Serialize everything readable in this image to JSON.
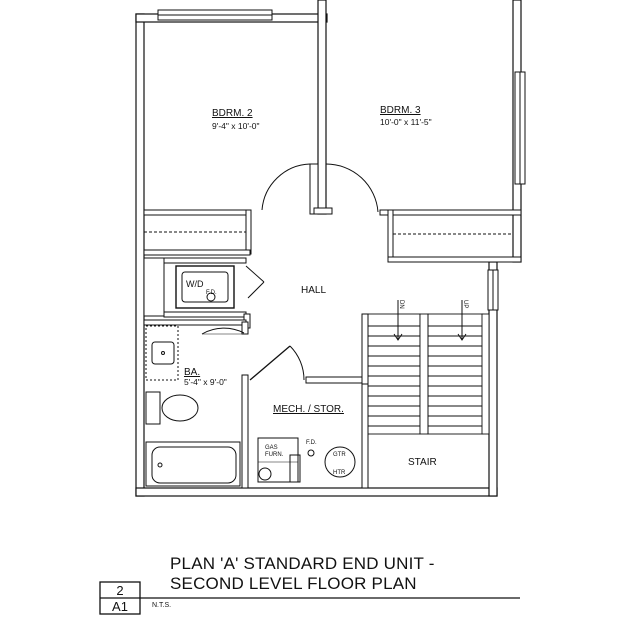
{
  "rooms": {
    "bdrm2": {
      "name": "BDRM. 2",
      "size": "9'-4\" x 10'-0\""
    },
    "bdrm3": {
      "name": "BDRM. 3",
      "size": "10'-0\" x 11'-5\""
    },
    "hall": {
      "name": "HALL"
    },
    "wd": {
      "name": "W/D",
      "fd": "F.D."
    },
    "bath": {
      "name": "BA.",
      "size": "5'-4\" x 9'-0\""
    },
    "mech": {
      "name": "MECH. / STOR."
    },
    "stair": {
      "name": "STAIR"
    }
  },
  "equipment": {
    "gas_furn_line1": "GAS",
    "gas_furn_line2": "FURN.",
    "floor_drain": "F.D.",
    "water_heater_line1": "GTR",
    "water_heater_line2": "HTR"
  },
  "stairs": {
    "down_label": "DN",
    "up_label": "UP"
  },
  "title_block": {
    "line1": "PLAN 'A' STANDARD END UNIT -",
    "line2": "SECOND LEVEL FLOOR PLAN",
    "sheet_number": "2",
    "sheet_ref": "A1",
    "scale": "N.T.S."
  }
}
